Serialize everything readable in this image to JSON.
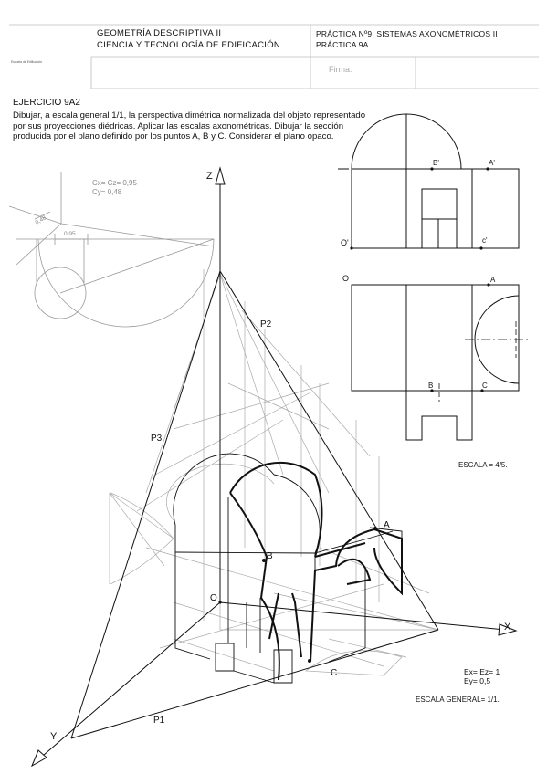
{
  "header": {
    "logo_caption": "Escuela de Edificación",
    "subject_line1": "GEOMETRÍA DESCRIPTIVA II",
    "subject_line2": "CIENCIA Y TECNOLOGÍA DE EDIFICACIÓN",
    "practice_line1": "PRÁCTICA Nº9: SISTEMAS AXONOMÉTRICOS II",
    "practice_line2": "PRÁCTICA 9A",
    "signature_label": "Firma:"
  },
  "exercise": {
    "title": "EJERCICIO 9A2",
    "statement": "Dibujar, a escala general 1/1, la perspectiva dimétrica normalizada del objeto representado por sus proyecciones diédricas. Aplicar las escalas axonométricas. Dibujar la sección producida por el plano definido por los puntos A, B y C. Considerar el plano opaco."
  },
  "reduction": {
    "cx_cz": "Cx= Cz= 0,95",
    "cy": "Cy= 0,48",
    "dim_a": "0,95",
    "dim_b": "0,48"
  },
  "orthographic": {
    "elevation_points": [
      "B'",
      "A'",
      "O'",
      "c'"
    ],
    "plan_points": [
      "O",
      "A",
      "B",
      "C"
    ],
    "scale": "ESCALA = 4/5."
  },
  "axonometric": {
    "axes": [
      "Z",
      "X",
      "Y"
    ],
    "traces": [
      "P1",
      "P2",
      "P3"
    ],
    "points": [
      "A",
      "B",
      "C",
      "O"
    ]
  },
  "footer": {
    "ex_ez": "Ex= Ez= 1",
    "ey": "Ey= 0,5",
    "general_scale": "ESCALA GENERAL= 1/1."
  }
}
